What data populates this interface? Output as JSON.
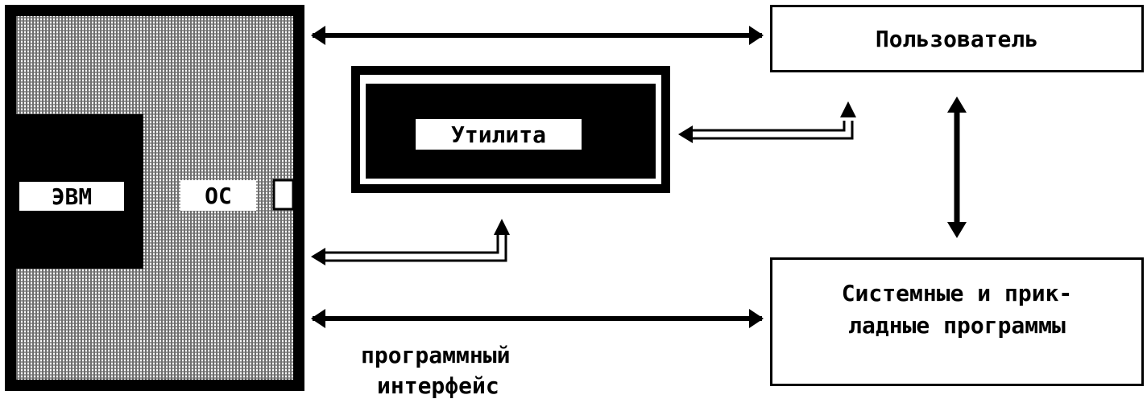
{
  "diagram": {
    "nodes": {
      "evm": {
        "label": "ЭВМ"
      },
      "os": {
        "label": "ОС"
      },
      "utility": {
        "label": "Утилита"
      },
      "user": {
        "label": "Пользователь"
      },
      "programs": {
        "line1": "Системные и прик-",
        "line2": "ладные программы"
      }
    },
    "interface_label": {
      "line1": "программный",
      "line2": "интерфейс"
    }
  },
  "colors": {
    "ink": "#000000",
    "paper": "#ffffff",
    "hatch": "#8a8a8a"
  }
}
